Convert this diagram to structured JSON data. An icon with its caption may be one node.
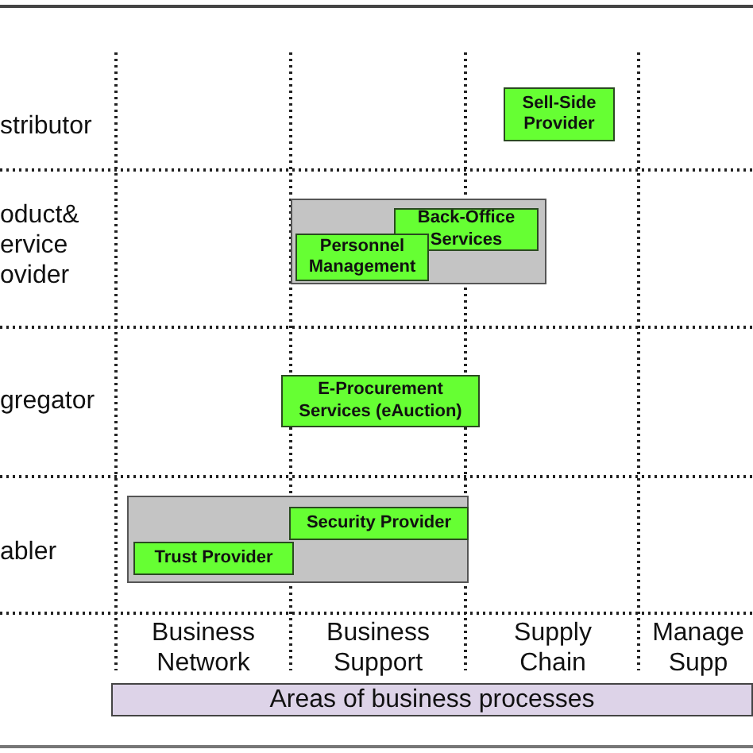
{
  "diagram": {
    "nodes": [
      {
        "text": [
          "Sell-Side Provider"
        ]
      },
      {
        "text": [],
        "shape": "box"
      },
      {
        "text": [
          "Back-Office Services"
        ],
        "in": 1
      },
      {
        "text": [
          "Personnel Management"
        ],
        "in": 1
      },
      {
        "text": [
          "E-Procurement Services (eAuction)"
        ]
      },
      {
        "text": [],
        "shape": "box"
      },
      {
        "text": [
          "Security Provider"
        ],
        "in": 5
      },
      {
        "text": [
          "Trust Provider"
        ],
        "in": 5
      },
      {
        "text": [
          "Areas of business processes"
        ]
      }
    ],
    "labels": [
      "stributor",
      "oduct& ervice ovider",
      "gregator",
      "abler",
      "Business Network",
      "Business Support",
      "Supply Chain",
      "Manage Supp"
    ]
  }
}
